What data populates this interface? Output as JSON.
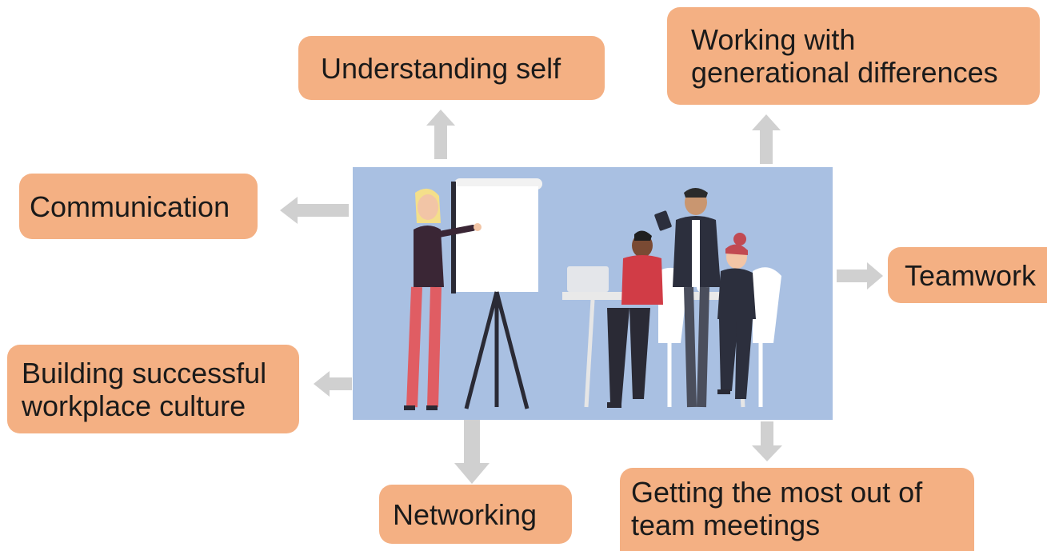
{
  "colors": {
    "box_fill": "#f4b083",
    "arrow": "#d0d0d0",
    "illustration_bg": "#a9c0e2"
  },
  "topics": {
    "understanding_self": "Understanding self",
    "generational": "Working with\ngenerational differences",
    "communication": "Communication",
    "teamwork": "Teamwork",
    "culture": "Building successful\nworkplace culture",
    "networking": "Networking",
    "meetings": "Getting the most out of\nteam meetings"
  }
}
